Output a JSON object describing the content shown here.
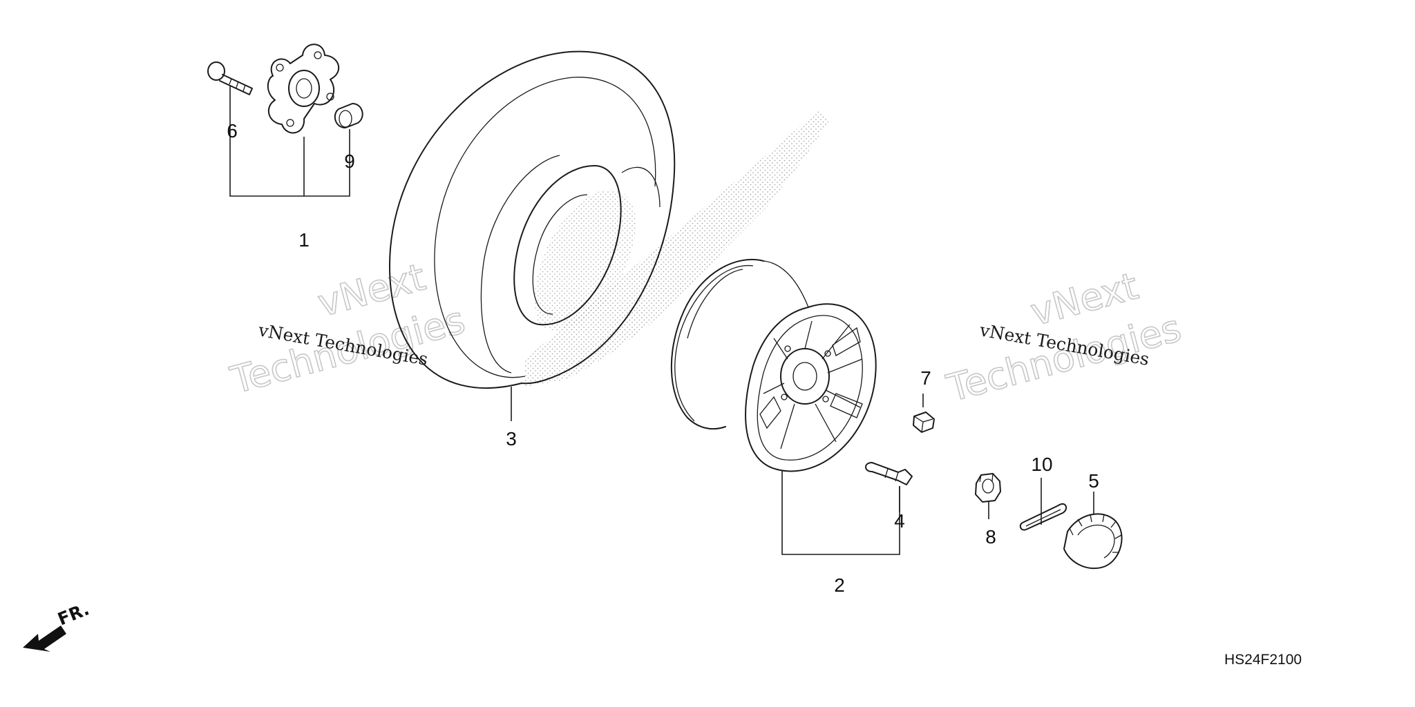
{
  "diagram": {
    "figure_code": "HS24F2100",
    "direction_label": "FR.",
    "watermarks": [
      {
        "line1": "vNext",
        "line2": "Technologies",
        "caption": "vNext Technologies"
      },
      {
        "line1": "vNext",
        "line2": "Technologies",
        "caption": "vNext Technologies"
      }
    ],
    "callouts": {
      "c1": "1",
      "c2": "2",
      "c3": "3",
      "c4": "4",
      "c5": "5",
      "c6": "6",
      "c7": "7",
      "c8": "8",
      "c9": "9",
      "c10": "10"
    },
    "colors": {
      "line": "#1a1a1a",
      "watermark_outline": "#c7c7c7",
      "background": "#ffffff"
    }
  }
}
